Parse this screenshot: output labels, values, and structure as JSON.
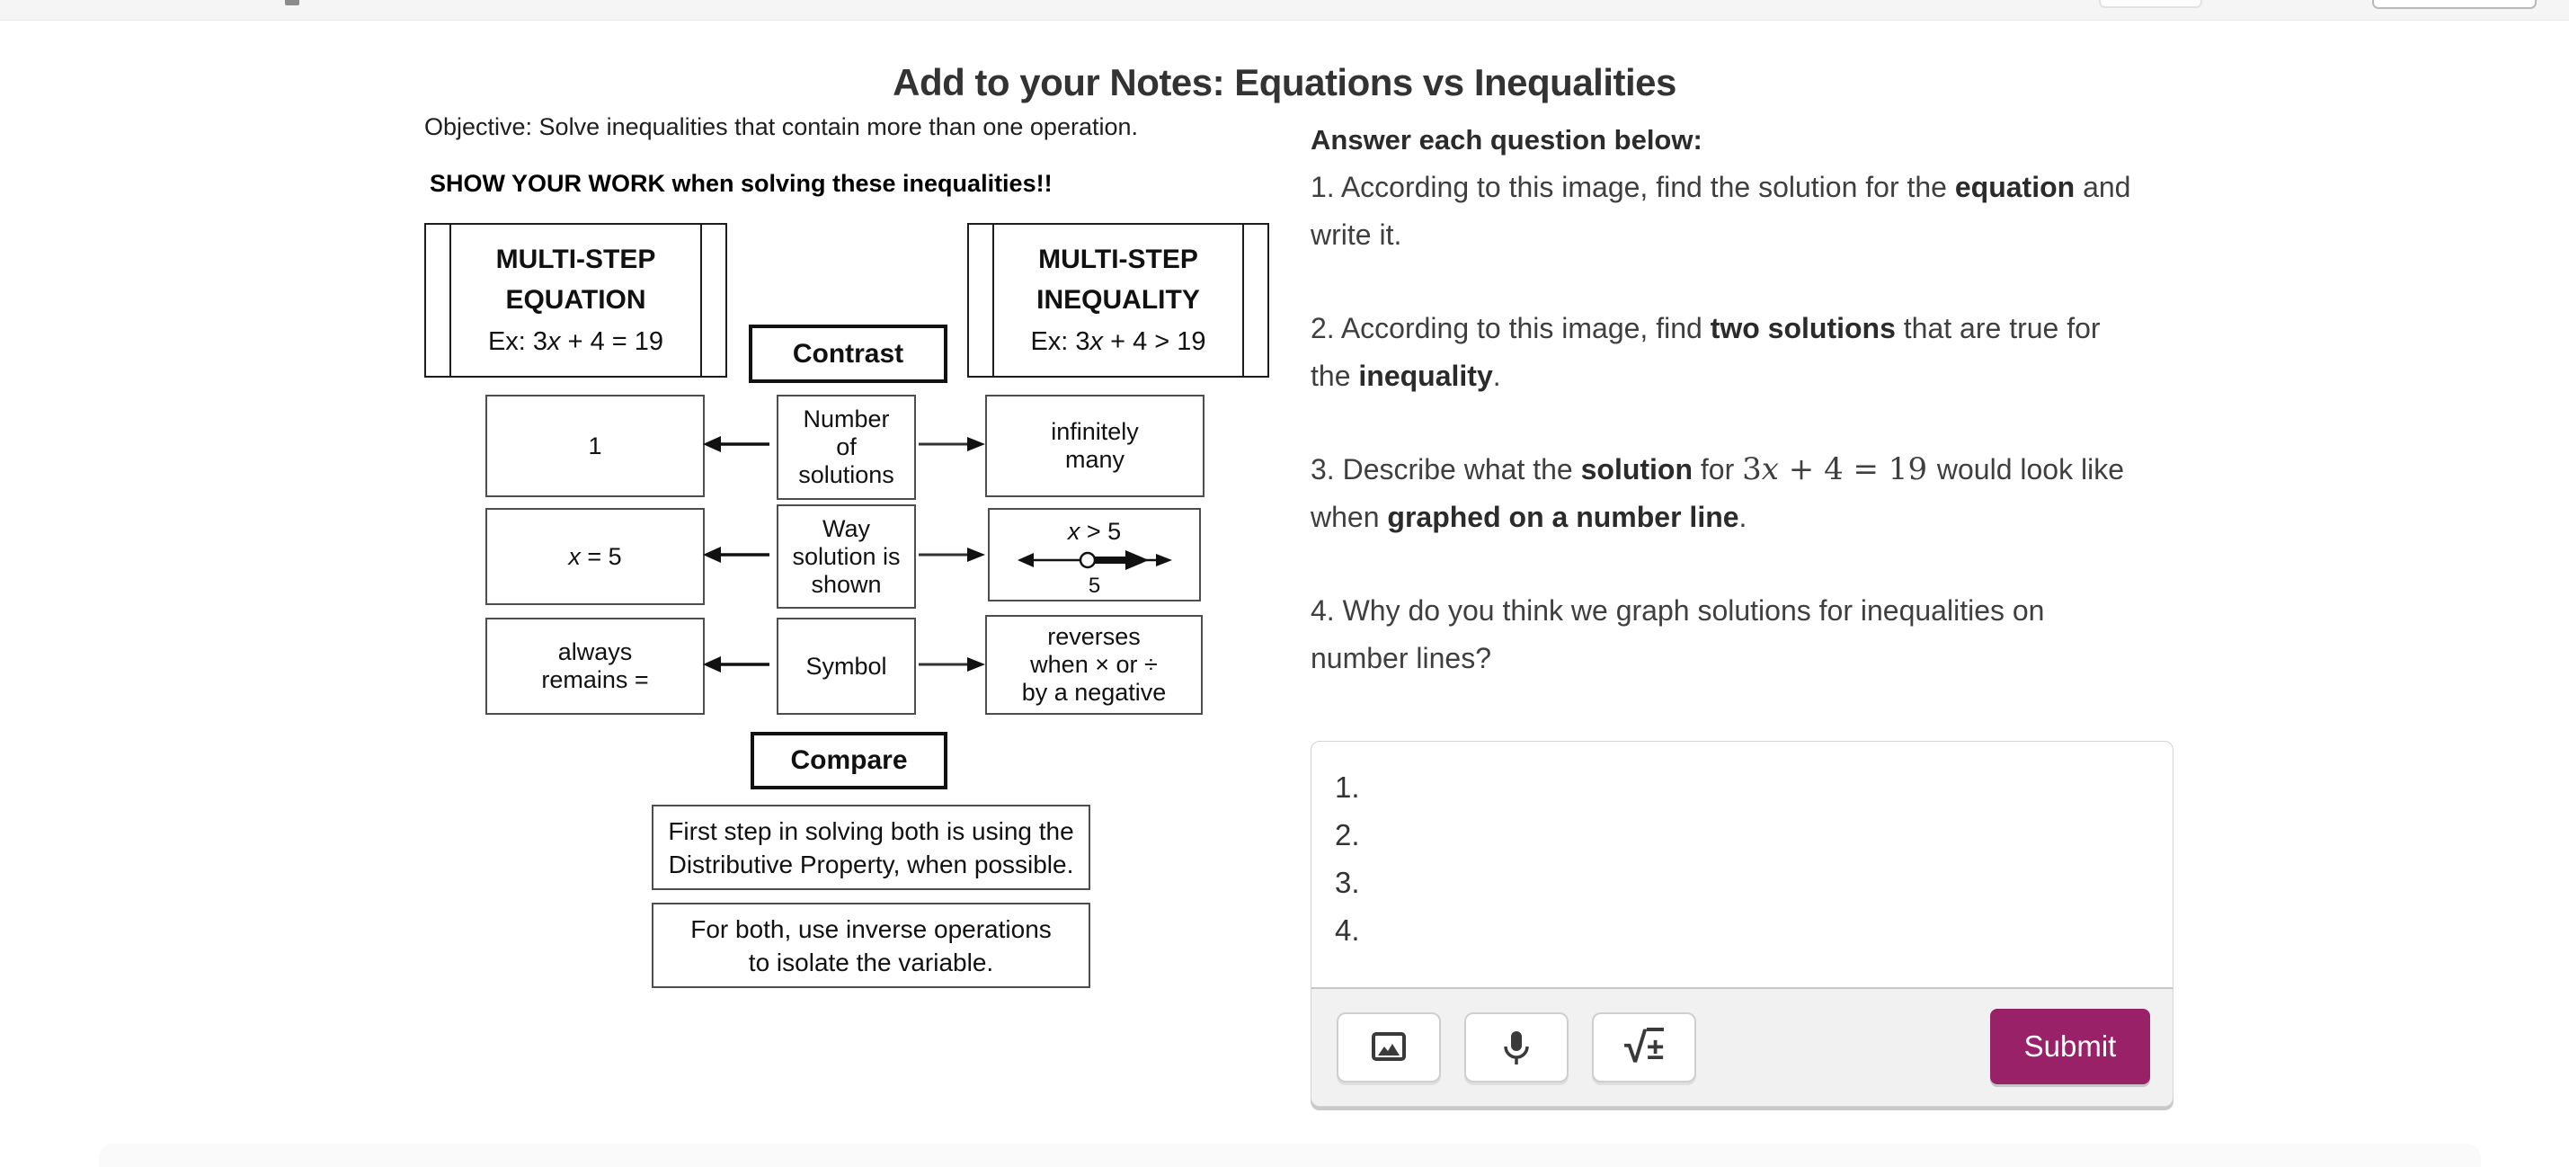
{
  "colors": {
    "accent": "#992168",
    "topbar_bg": "#f5f5f6",
    "icon": "#3a3a3a"
  },
  "title": "Add to your Notes: Equations vs Inequalities",
  "worksheet": {
    "objective": "Objective: Solve inequalities that contain more than one operation.",
    "show_work": "SHOW YOUR WORK when solving these inequalities!!",
    "equation_box": {
      "title1": "MULTI-STEP",
      "title2": "EQUATION",
      "ex_prefix": "Ex: 3",
      "ex_var": "x",
      "ex_rest": " + 4 = 19"
    },
    "inequality_box": {
      "title1": "MULTI-STEP",
      "title2": "INEQUALITY",
      "ex_prefix": "Ex: 3",
      "ex_var": "x",
      "ex_rest": " + 4 > 19"
    },
    "contrast_label": "Contrast",
    "compare_label": "Compare",
    "rows": {
      "row1": {
        "left": "1",
        "middle": "Number\nof\nsolutions",
        "right": "infinitely\nmany"
      },
      "row2": {
        "left_var": "x",
        "left_rest": " = 5",
        "middle": "Way\nsolution is\nshown",
        "right_var": "x",
        "right_rest": " > 5",
        "numberline_label": "5"
      },
      "row3": {
        "left": "always\nremains =",
        "middle": "Symbol",
        "right": "reverses\nwhen × or ÷\nby a negative"
      }
    },
    "footer_boxes": {
      "first": "First step in solving both is using the\nDistributive Property, when possible.",
      "second": "For both, use inverse operations\nto isolate the variable."
    }
  },
  "qa": {
    "heading": "Answer each question below:",
    "questions": [
      {
        "segments": [
          {
            "t": "1. According to this image, find the solution for the "
          },
          {
            "t": "equation",
            "b": true
          },
          {
            "t": " and"
          },
          {
            "br": true
          },
          {
            "t": "write it."
          }
        ]
      },
      {
        "segments": [
          {
            "t": "2. According to this image, find "
          },
          {
            "t": "two solutions",
            "b": true
          },
          {
            "t": " that are true for"
          },
          {
            "br": true
          },
          {
            "t": "the "
          },
          {
            "t": "inequality",
            "b": true
          },
          {
            "t": "."
          }
        ]
      },
      {
        "segments": [
          {
            "t": "3. Describe what the "
          },
          {
            "t": "solution",
            "b": true
          },
          {
            "t": " for "
          },
          {
            "t": " 3",
            "math": true
          },
          {
            "t": "x",
            "math": true,
            "i": true
          },
          {
            "t": " + 4 = 19 ",
            "math": true
          },
          {
            "t": " would look like"
          },
          {
            "br": true
          },
          {
            "t": "when "
          },
          {
            "t": "graphed on a number line",
            "b": true
          },
          {
            "t": "."
          }
        ]
      },
      {
        "segments": [
          {
            "t": "4. Why do you think we graph solutions for inequalities on"
          },
          {
            "br": true
          },
          {
            "t": "number lines?"
          }
        ]
      }
    ]
  },
  "answer_box": {
    "lines": [
      "1.",
      "2.",
      "3.",
      "4."
    ],
    "submit_label": "Submit",
    "equation_icon_sqrt": "√",
    "equation_icon_pm": "±"
  }
}
